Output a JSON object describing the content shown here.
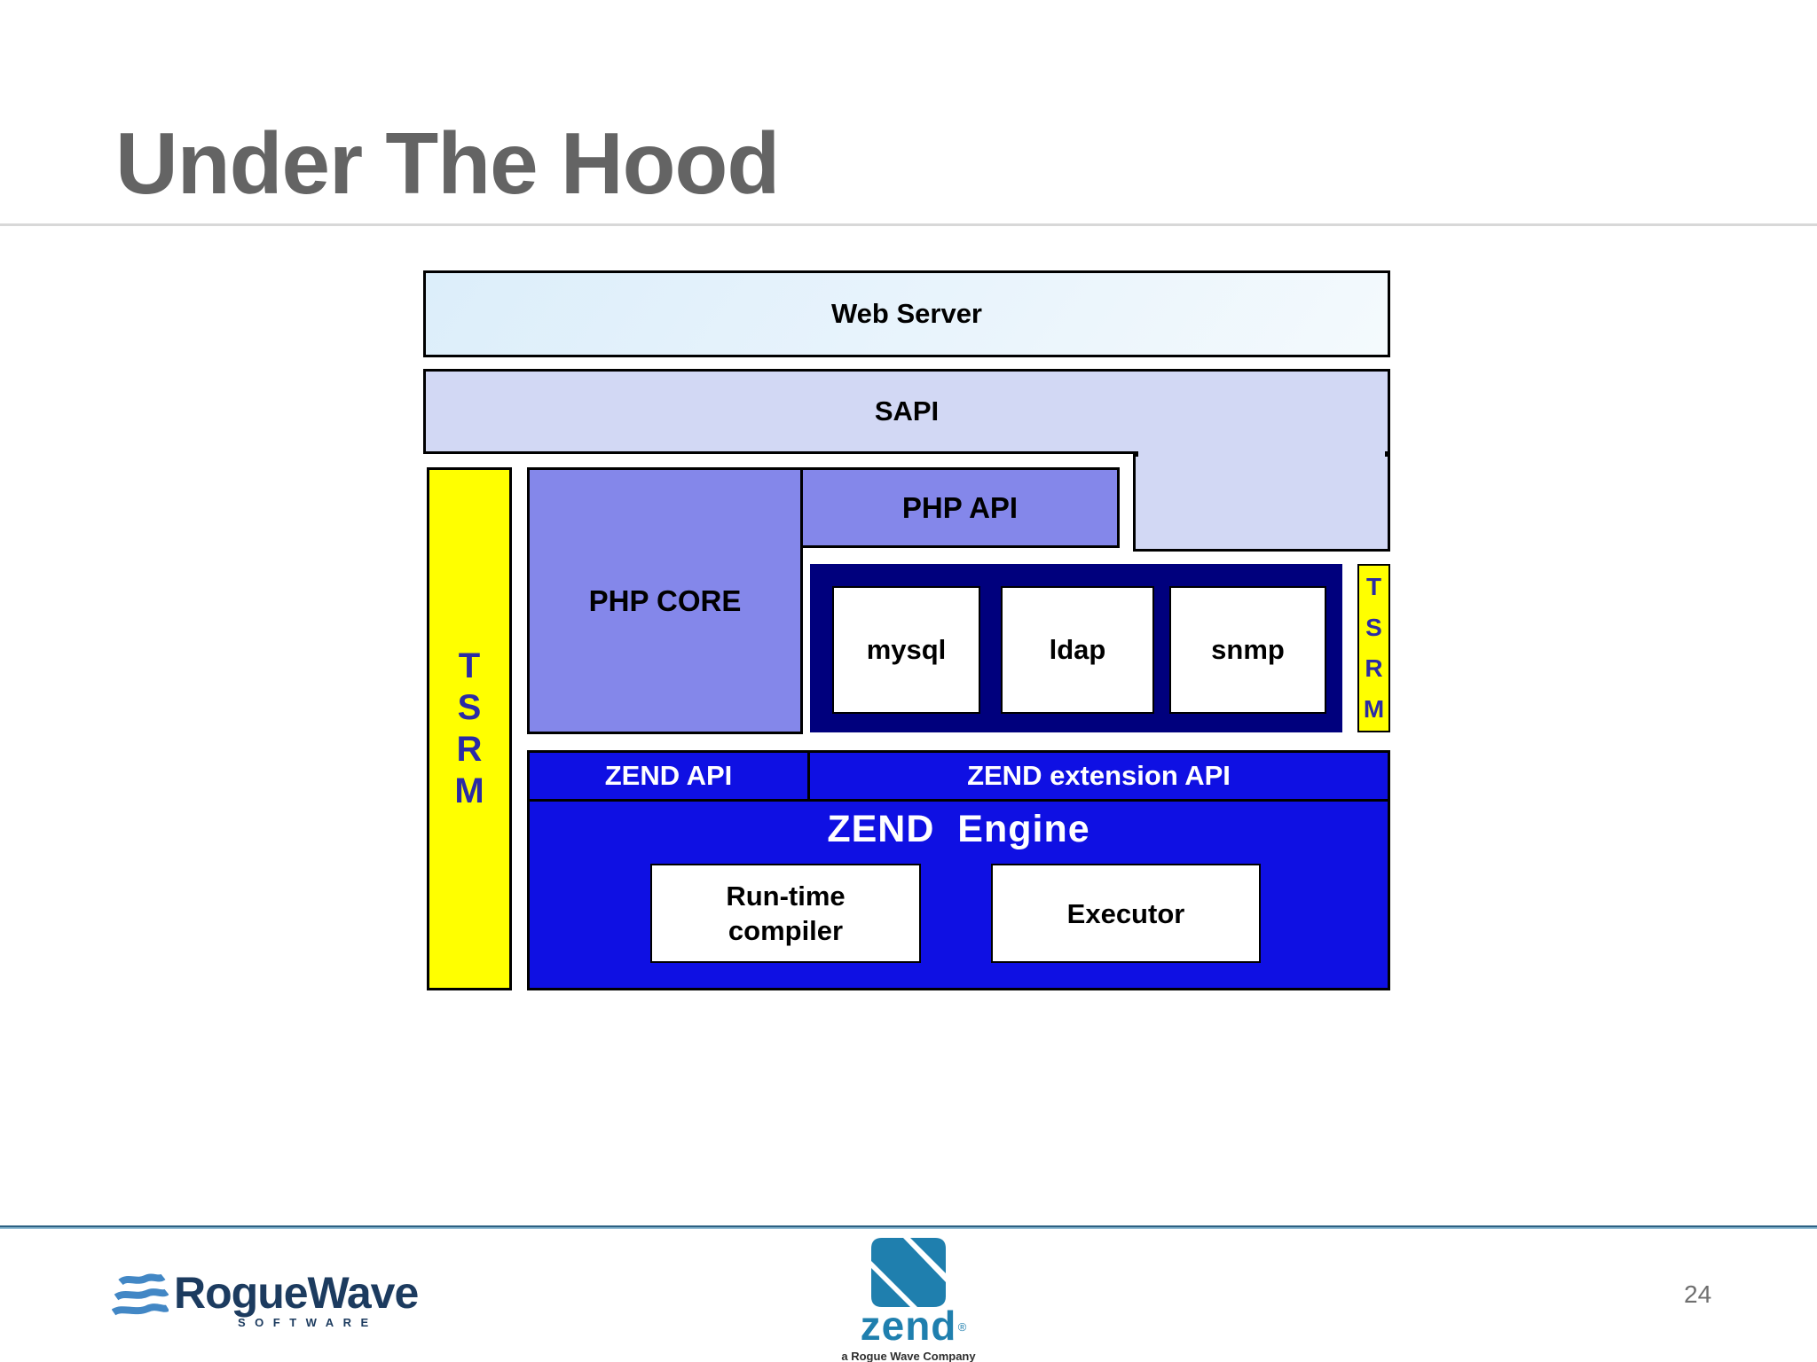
{
  "slide": {
    "title": "Under The Hood",
    "page_number": "24"
  },
  "diagram": {
    "web_server_label": "Web Server",
    "sapi_label": "SAPI",
    "php_api_label": "PHP API",
    "php_core_label": "PHP CORE",
    "tsrm_letters": [
      "T",
      "S",
      "R",
      "M"
    ],
    "extensions": [
      "mysql",
      "ldap",
      "snmp"
    ],
    "zend_api_label": "ZEND API",
    "zend_extension_api_label": "ZEND extension API",
    "zend_engine_label": "ZEND  Engine",
    "runtime_compiler_line1": "Run-time",
    "runtime_compiler_line2": "compiler",
    "executor_label": "Executor"
  },
  "footer": {
    "roguewave_name": "RogueWave",
    "roguewave_sub": "SOFTWARE",
    "zend_name": "zend",
    "zend_reg": "®",
    "zend_tagline": "a Rogue Wave Company"
  },
  "colors": {
    "title_gray": "#646464",
    "web_server_bg": "#e7f3fb",
    "sapi_bg": "#d2d8f4",
    "purple_bg": "#8487ea",
    "yellow": "#ffff00",
    "tsrm_letter_blue": "#2b2ba5",
    "bright_blue": "#0f10e3",
    "navy": "#00007d",
    "footer_line_blue": "#2c6083",
    "roguewave_navy": "#1c3b5f",
    "wave_blue": "#4287c5",
    "zend_teal": "#1f7fae",
    "page_gray": "#6f6f6f",
    "rule_gray": "#d8d8d8"
  }
}
